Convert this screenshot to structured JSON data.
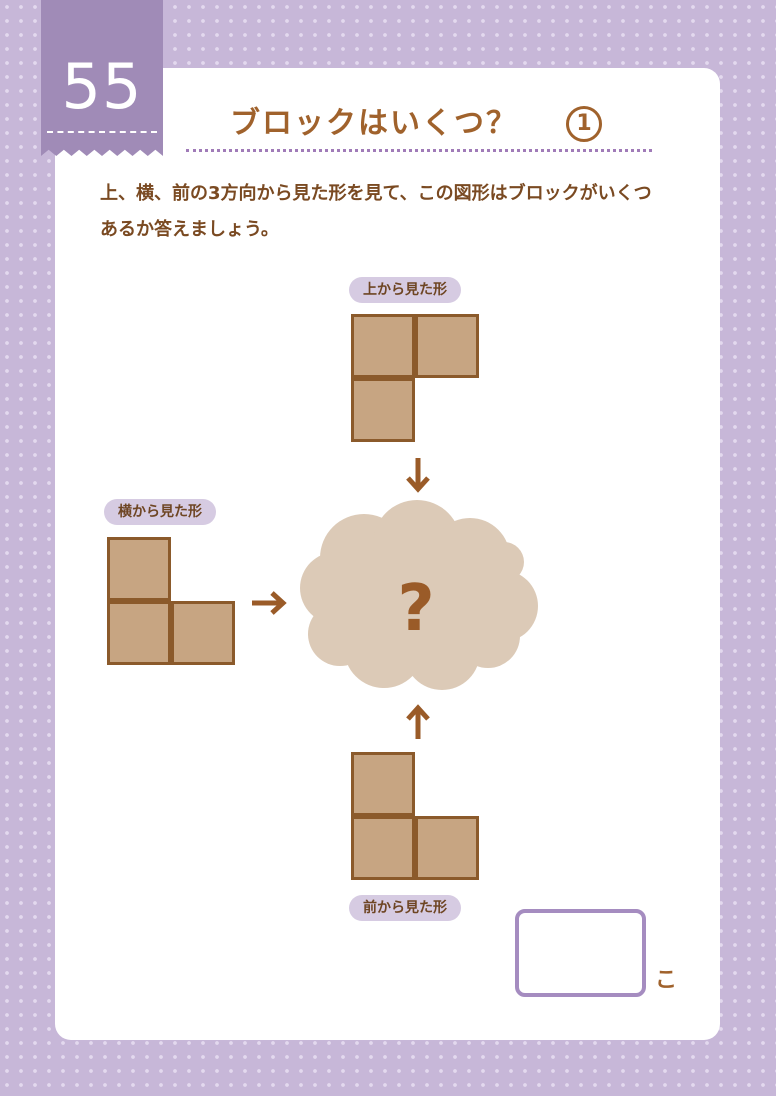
{
  "header": {
    "number": "55",
    "title": "ブロックはいくつ？",
    "title_badge": "1"
  },
  "instructions": {
    "line1": "上、横、前の3方向から見た形を見て、この図形はブロックがいくつ",
    "line2": "あるか答えましょう。"
  },
  "views": {
    "top_label": "上から見た形",
    "side_label": "横から見た形",
    "front_label": "前から見た形"
  },
  "cloud": {
    "symbol": "?"
  },
  "answer": {
    "value": "",
    "unit": "こ"
  },
  "colors": {
    "background": "#c7b7d8",
    "tab": "#a08bb7",
    "title": "#a0622c",
    "block_fill": "#c7a582",
    "block_border": "#8b5a2b",
    "cloud": "#dccab7",
    "question": "#9a5b28",
    "answer_border": "#a58cc0"
  }
}
